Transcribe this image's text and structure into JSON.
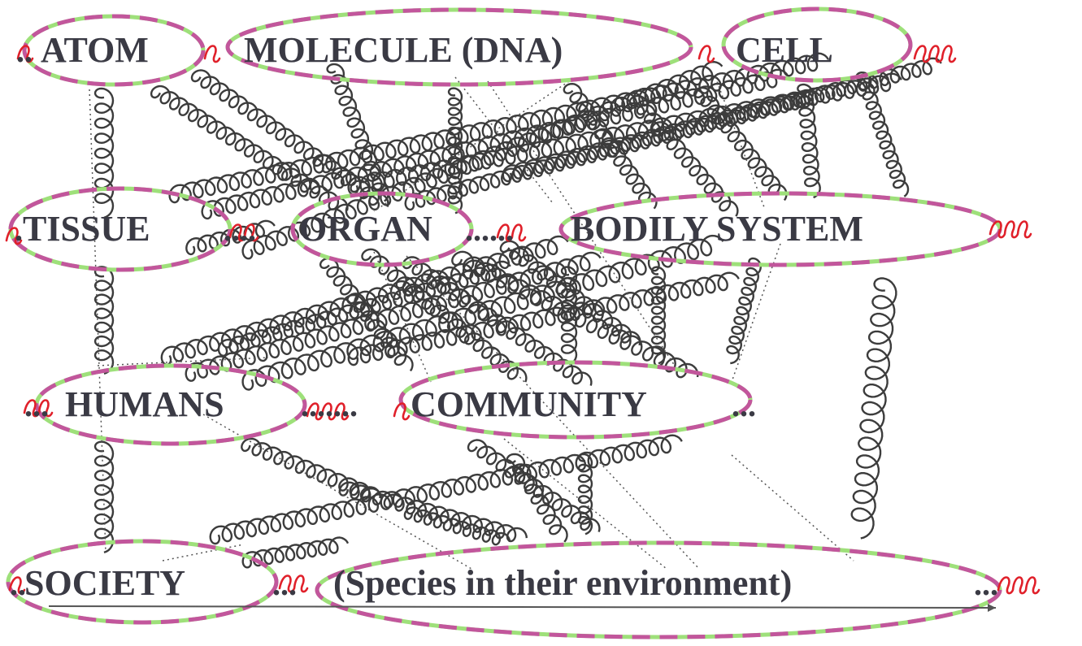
{
  "diagram": {
    "nodes": [
      {
        "id": "atom",
        "label": "ATOM"
      },
      {
        "id": "molecule",
        "label": "MOLECULE (DNA)"
      },
      {
        "id": "cell",
        "label": "CELL"
      },
      {
        "id": "tissue",
        "label": "TISSUE"
      },
      {
        "id": "organ",
        "label": "ORGAN"
      },
      {
        "id": "bodily_system",
        "label": "BODILY SYSTEM"
      },
      {
        "id": "humans",
        "label": "HUMANS"
      },
      {
        "id": "community",
        "label": "COMMUNITY"
      },
      {
        "id": "society",
        "label": "SOCIETY"
      },
      {
        "id": "species",
        "label": "(Species in their environment)"
      }
    ],
    "colors": {
      "text": "#3a3a44",
      "oval_dash_a": "#c2569c",
      "oval_dash_b": "#9ee07a",
      "coil": "#3c3c3c",
      "red_squiggle": "#e0202a"
    }
  }
}
